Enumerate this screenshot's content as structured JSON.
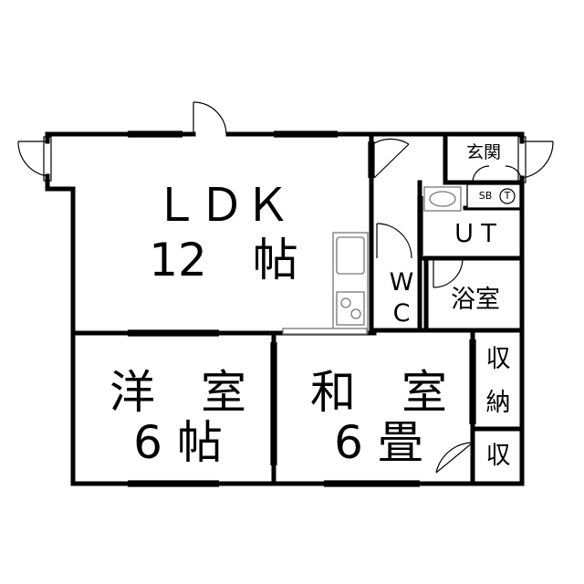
{
  "colors": {
    "wall": "#000000",
    "fixture": "#777777",
    "background": "#ffffff"
  },
  "rooms": {
    "ldk": {
      "name": "ＬＤＫ",
      "size": "12　帖"
    },
    "western": {
      "name": "洋　室",
      "size": "6 帖"
    },
    "japanese": {
      "name": "和　室",
      "size": "6 畳"
    },
    "entrance": {
      "name": "玄関"
    },
    "ut": {
      "name": "ＵＴ"
    },
    "wc": {
      "line1": "W",
      "line2": "C"
    },
    "bath": {
      "name": "浴室"
    },
    "storage": {
      "line1": "収",
      "line2": "納"
    },
    "closet": {
      "name": "収"
    }
  },
  "fixtures": {
    "shoebox": "SB",
    "meter": "T"
  }
}
